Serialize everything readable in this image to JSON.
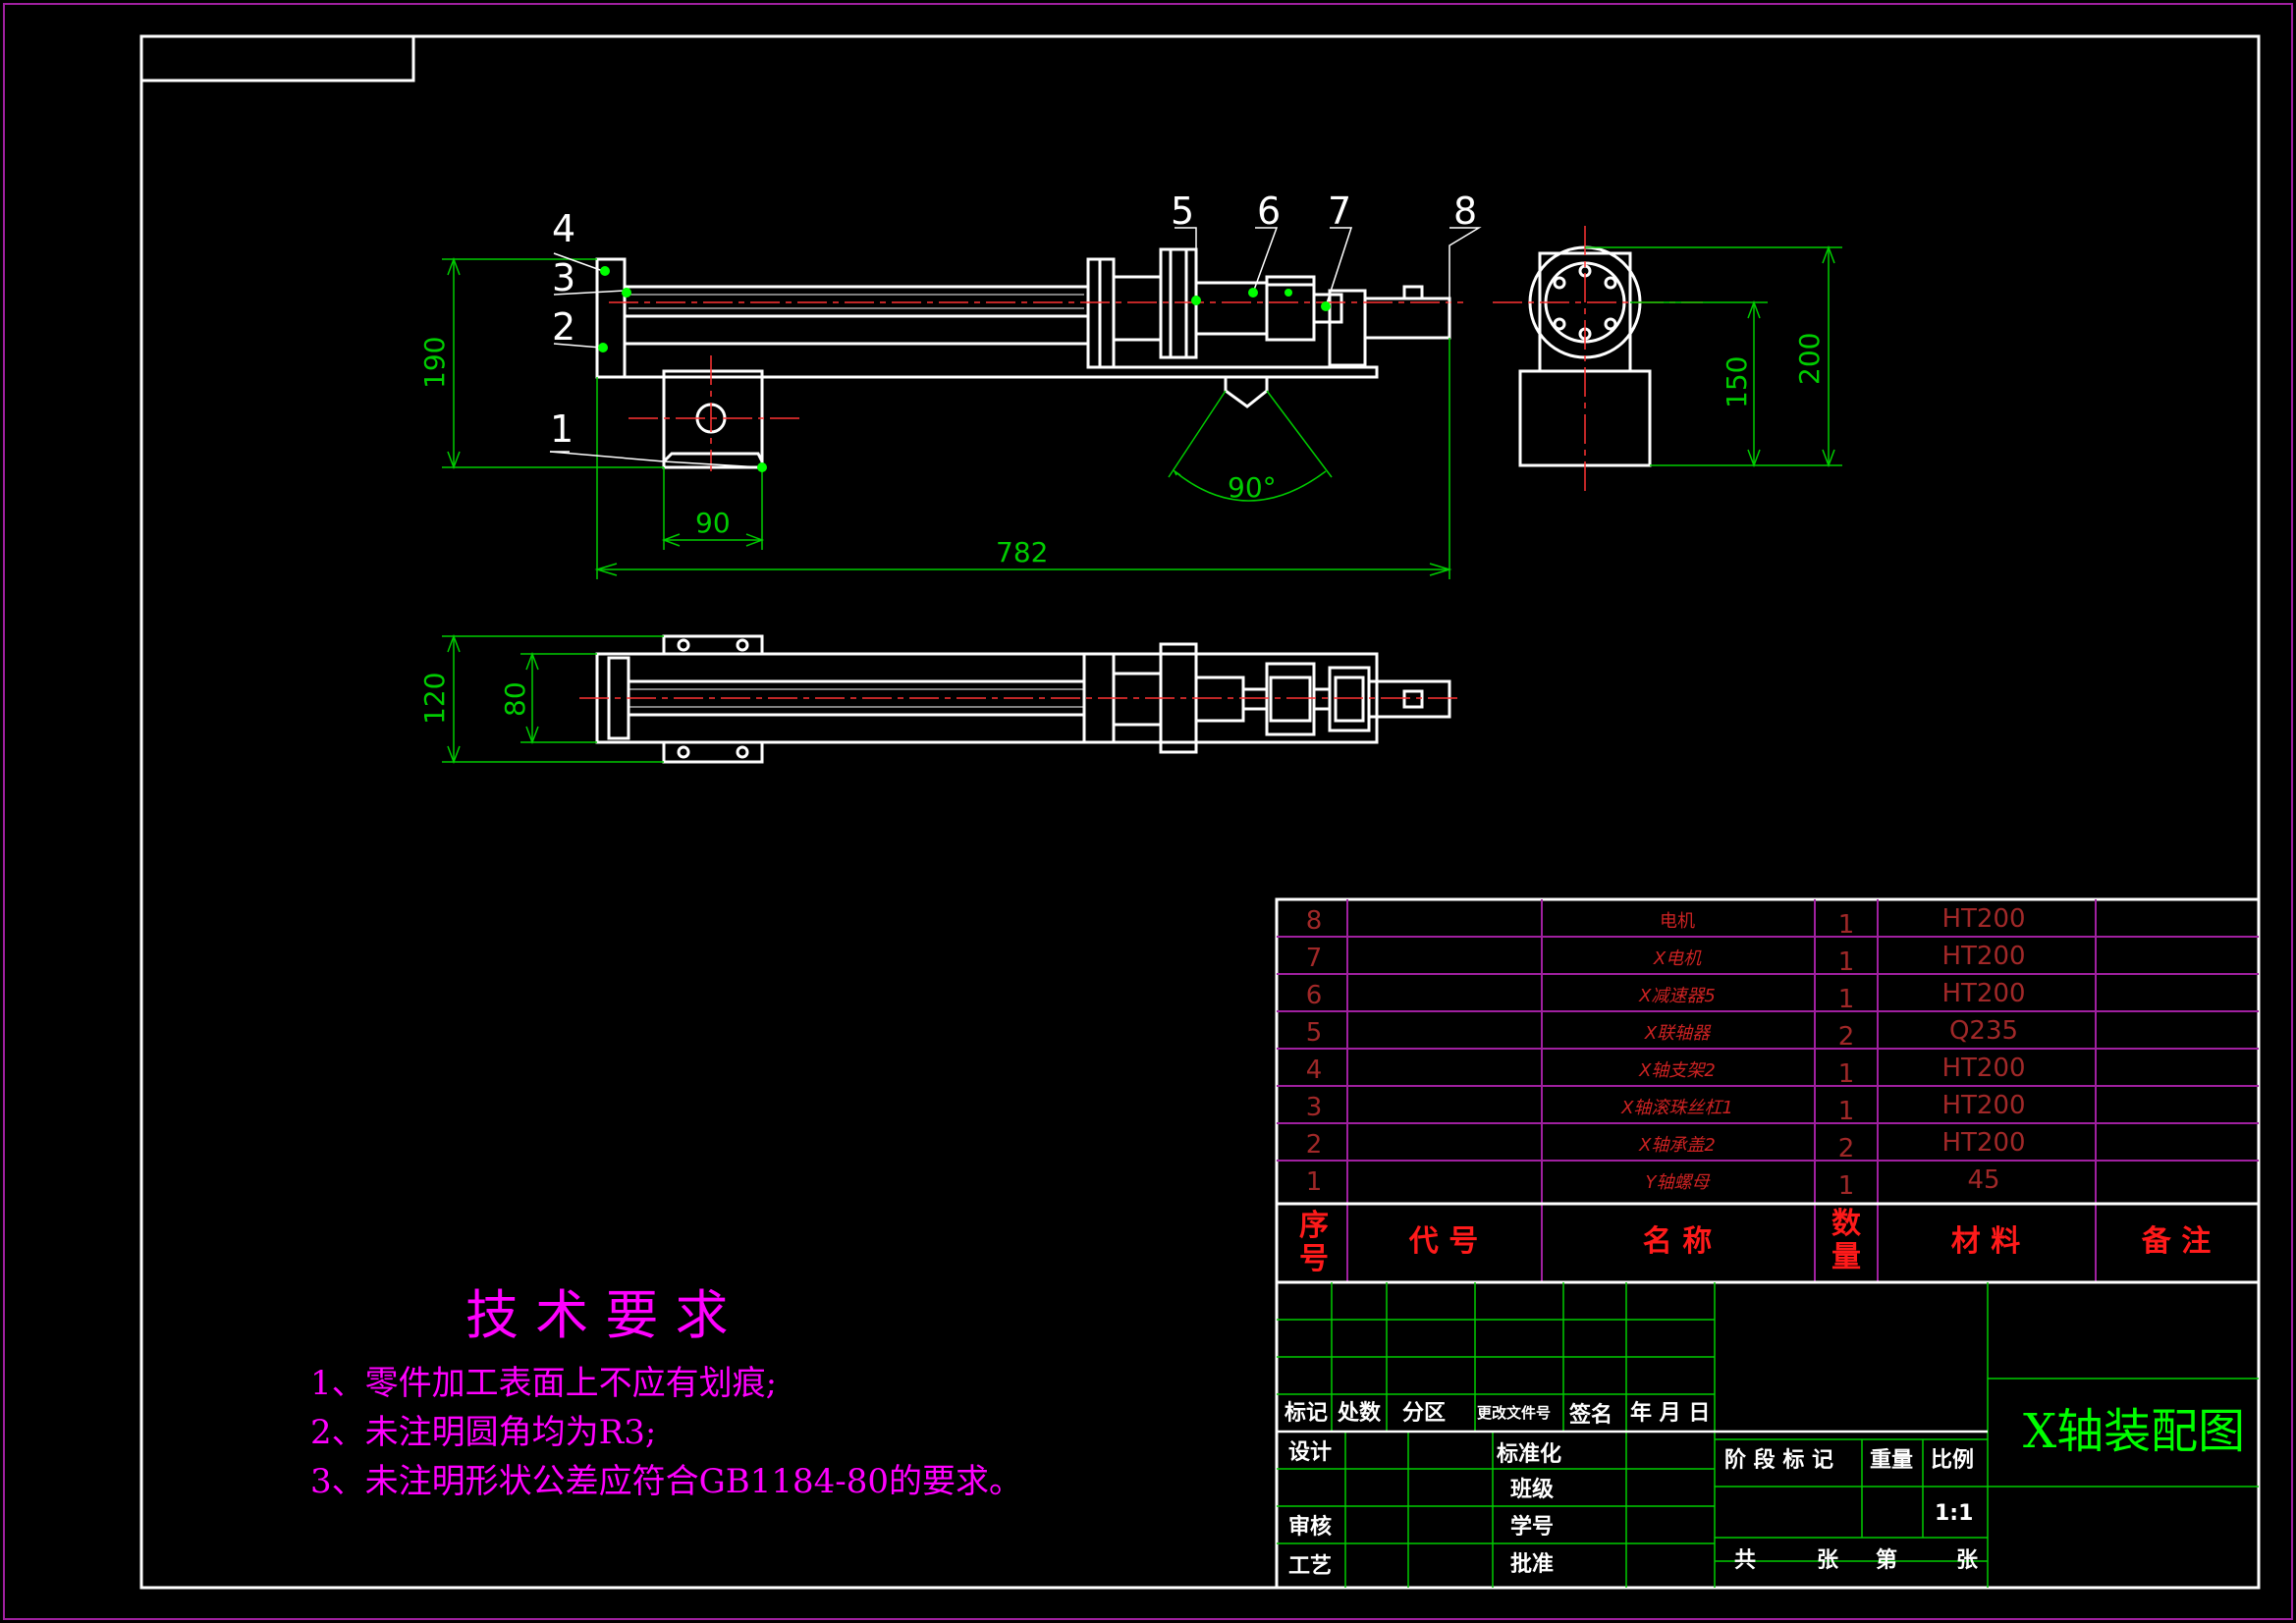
{
  "colors": {
    "background": "#000000",
    "frame": "#ffffff",
    "outline": "#ffffff",
    "dimension": "#00cc00",
    "centerline": "#ff3333",
    "magenta": "#ff00ff",
    "purple": "#a020a0",
    "title_green": "#00ff00",
    "bom_text": "#cc2222",
    "bom_header": "#ff1a1a",
    "leader_dot": "#00ff00"
  },
  "balloons": [
    "1",
    "2",
    "3",
    "4",
    "5",
    "6",
    "7",
    "8"
  ],
  "dimensions": {
    "height_190": "190",
    "width_90": "90",
    "length_782": "782",
    "angle_90": "90°",
    "height_150": "150",
    "height_200": "200",
    "width_120": "120",
    "width_80": "80"
  },
  "technical_requirements": {
    "title": "技 术 要 求",
    "items": [
      "1、零件加工表面上不应有划痕;",
      "2、未注明圆角均为R3;",
      "3、未注明形状公差应符合GB1184-80的要求。"
    ]
  },
  "bom": {
    "headers": {
      "index": [
        "序",
        "号"
      ],
      "code": "代  号",
      "name": "名  称",
      "qty": [
        "数",
        "量"
      ],
      "material": "材  料",
      "remark": "备  注"
    },
    "rows": [
      {
        "index": "8",
        "code": "",
        "name": "电机",
        "qty": "1",
        "material": "HT200",
        "remark": ""
      },
      {
        "index": "7",
        "code": "",
        "name": "X电机",
        "qty": "1",
        "material": "HT200",
        "remark": ""
      },
      {
        "index": "6",
        "code": "",
        "name": "X减速器5",
        "qty": "1",
        "material": "HT200",
        "remark": ""
      },
      {
        "index": "5",
        "code": "",
        "name": "X联轴器",
        "qty": "2",
        "material": "Q235",
        "remark": ""
      },
      {
        "index": "4",
        "code": "",
        "name": "X轴支架2",
        "qty": "1",
        "material": "HT200",
        "remark": ""
      },
      {
        "index": "3",
        "code": "",
        "name": "X轴滚珠丝杠1",
        "qty": "1",
        "material": "HT200",
        "remark": ""
      },
      {
        "index": "2",
        "code": "",
        "name": "X轴承盖2",
        "qty": "2",
        "material": "HT200",
        "remark": ""
      },
      {
        "index": "1",
        "code": "",
        "name": "Y轴螺母",
        "qty": "1",
        "material": "45",
        "remark": ""
      }
    ]
  },
  "title_block": {
    "drawing_title": "X轴装配图",
    "labels": {
      "mark": "标记",
      "count": "处数",
      "zone": "分区",
      "change_doc": "更改文件号",
      "signature": "签名",
      "date": "年 月 日",
      "design": "设计",
      "standardize": "标准化",
      "class": "班级",
      "review": "审核",
      "student_no": "学号",
      "process": "工艺",
      "approve": "批准",
      "stage_mark": "阶 段 标 记",
      "weight": "重量",
      "scale": "比例",
      "scale_value": "1:1",
      "total": "共",
      "sheets": "张",
      "page": "第",
      "sheet_end": "张"
    }
  }
}
